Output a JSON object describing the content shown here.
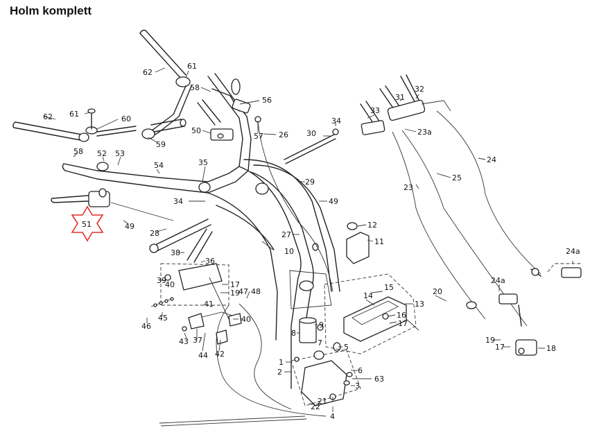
{
  "title": "Holm komplett",
  "marker": {
    "label": "51",
    "color": "#e0302a"
  },
  "callouts": [
    {
      "id": "c62a",
      "text": "62"
    },
    {
      "id": "c61a",
      "text": "61"
    },
    {
      "id": "c58a",
      "text": "58"
    },
    {
      "id": "c56",
      "text": "56"
    },
    {
      "id": "c61b",
      "text": "61"
    },
    {
      "id": "c60",
      "text": "60"
    },
    {
      "id": "c62b",
      "text": "62"
    },
    {
      "id": "c59",
      "text": "59"
    },
    {
      "id": "c50",
      "text": "50"
    },
    {
      "id": "c57",
      "text": "57"
    },
    {
      "id": "c26",
      "text": "26"
    },
    {
      "id": "c30",
      "text": "30"
    },
    {
      "id": "c34a",
      "text": "34"
    },
    {
      "id": "c33",
      "text": "33"
    },
    {
      "id": "c31",
      "text": "31"
    },
    {
      "id": "c32",
      "text": "32"
    },
    {
      "id": "c23a1",
      "text": "23a"
    },
    {
      "id": "c24",
      "text": "24"
    },
    {
      "id": "c58b",
      "text": "58"
    },
    {
      "id": "c52",
      "text": "52"
    },
    {
      "id": "c53",
      "text": "53"
    },
    {
      "id": "c54",
      "text": "54"
    },
    {
      "id": "c35",
      "text": "35"
    },
    {
      "id": "c29",
      "text": "29"
    },
    {
      "id": "c25",
      "text": "25"
    },
    {
      "id": "c23",
      "text": "23"
    },
    {
      "id": "c49a",
      "text": "49"
    },
    {
      "id": "c34b",
      "text": "34"
    },
    {
      "id": "c49b",
      "text": "49"
    },
    {
      "id": "c12",
      "text": "12"
    },
    {
      "id": "c11",
      "text": "11"
    },
    {
      "id": "c28",
      "text": "28"
    },
    {
      "id": "c27",
      "text": "27"
    },
    {
      "id": "c24a1",
      "text": "24a"
    },
    {
      "id": "c38",
      "text": "38"
    },
    {
      "id": "c10",
      "text": "10"
    },
    {
      "id": "c36",
      "text": "36"
    },
    {
      "id": "c39",
      "text": "39"
    },
    {
      "id": "c40a",
      "text": "40"
    },
    {
      "id": "c17a",
      "text": "17"
    },
    {
      "id": "c19a",
      "text": "19"
    },
    {
      "id": "c41",
      "text": "41"
    },
    {
      "id": "c47",
      "text": "47"
    },
    {
      "id": "c48",
      "text": "48"
    },
    {
      "id": "c15",
      "text": "15"
    },
    {
      "id": "c14",
      "text": "14"
    },
    {
      "id": "c13",
      "text": "13"
    },
    {
      "id": "c24a2",
      "text": "24a"
    },
    {
      "id": "c20",
      "text": "20"
    },
    {
      "id": "c16",
      "text": "16"
    },
    {
      "id": "c17b",
      "text": "17"
    },
    {
      "id": "c45",
      "text": "45"
    },
    {
      "id": "c46",
      "text": "46"
    },
    {
      "id": "c40b",
      "text": "40"
    },
    {
      "id": "c9",
      "text": "9"
    },
    {
      "id": "c8",
      "text": "8"
    },
    {
      "id": "c7",
      "text": "7"
    },
    {
      "id": "c43",
      "text": "43"
    },
    {
      "id": "c37",
      "text": "37"
    },
    {
      "id": "c5",
      "text": "5"
    },
    {
      "id": "c44",
      "text": "44"
    },
    {
      "id": "c42",
      "text": "42"
    },
    {
      "id": "c19b",
      "text": "19"
    },
    {
      "id": "c17c",
      "text": "17"
    },
    {
      "id": "c18",
      "text": "18"
    },
    {
      "id": "c1",
      "text": "1"
    },
    {
      "id": "c2",
      "text": "2"
    },
    {
      "id": "c6",
      "text": "6"
    },
    {
      "id": "c63",
      "text": "63"
    },
    {
      "id": "c3",
      "text": "3"
    },
    {
      "id": "c21",
      "text": "21"
    },
    {
      "id": "c22",
      "text": "22"
    },
    {
      "id": "c4",
      "text": "4"
    }
  ]
}
